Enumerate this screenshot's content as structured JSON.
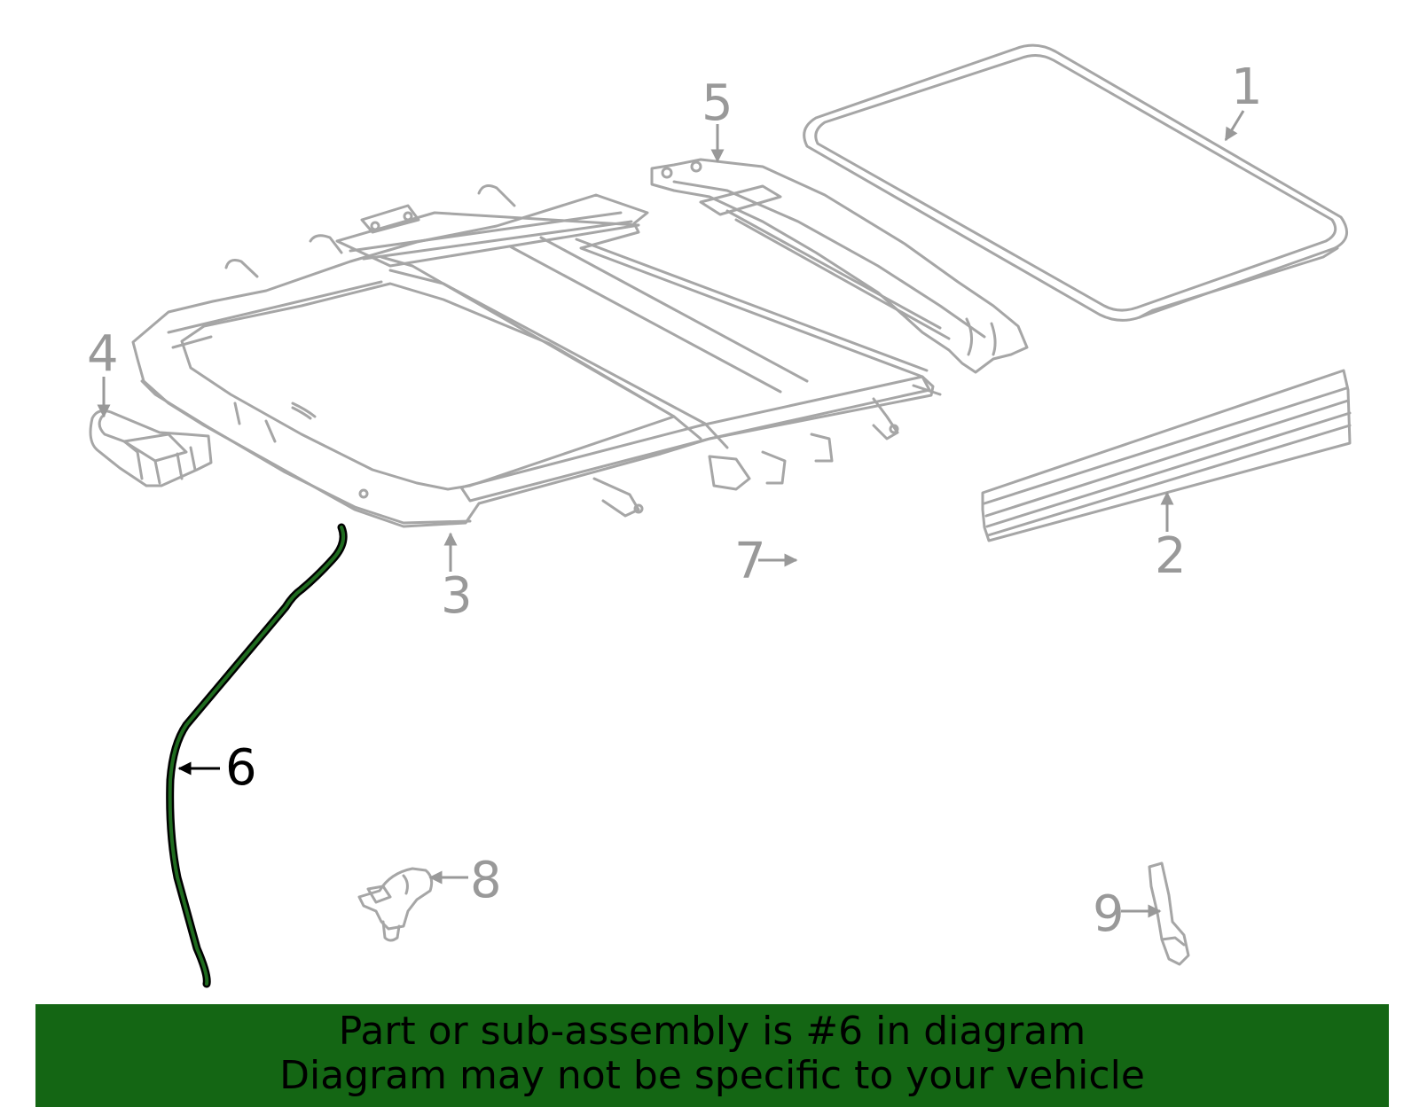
{
  "callouts": {
    "c1": "1",
    "c2": "2",
    "c3": "3",
    "c4": "4",
    "c5": "5",
    "c6": "6",
    "c7": "7",
    "c8": "8",
    "c9": "9"
  },
  "highlighted_part": "6",
  "colors": {
    "part_stroke": "#a6a6a6",
    "callout_gray": "#999999",
    "highlight_part": "#1f6b1f",
    "banner_bg": "#146614"
  },
  "banner": {
    "line1": "Part or sub-assembly is #6 in diagram",
    "line2": "Diagram may not be specific to your vehicle"
  }
}
